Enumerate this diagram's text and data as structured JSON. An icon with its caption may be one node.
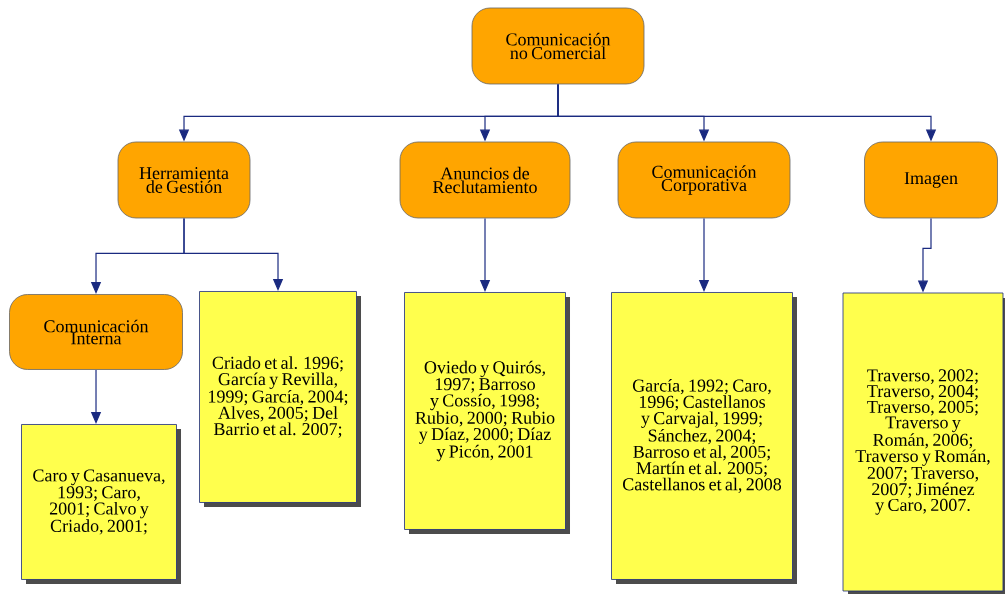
{
  "diagram": {
    "nodes": [
      {
        "text": [
          "Comunicación no Comercial"
        ]
      },
      {
        "text": [
          "Herramienta de Gestión"
        ]
      },
      {
        "text": [
          "Anuncios de Reclutamiento"
        ]
      },
      {
        "text": [
          "Comunicación Corporativa"
        ]
      },
      {
        "text": [
          "Imagen"
        ]
      },
      {
        "text": [
          "Comunicación Interna"
        ]
      },
      {
        "text": [
          "Criado et al. 1996; García y Revilla, 1999; García, 2004; Alves, 2005; Del Barrio et al. 2007;"
        ]
      },
      {
        "text": [
          "Caro y Casanueva, 1993; Caro, 2001; Calvo y Criado, 2001;"
        ]
      },
      {
        "text": [
          "Oviedo y Quirós, 1997; Barroso y Cossío, 1998; Rubio, 2000; Rubio y Díaz, 2000; Díaz y Picón, 2001"
        ]
      },
      {
        "text": [
          "García, 1992; Caro, 1996; Castellanos y Carvajal, 1999; Sánchez, 2004; Barroso et al, 2005; Martín et al. 2005; Castellanos et al, 2008"
        ]
      },
      {
        "text": [
          "Traverso, 2002; Traverso, 2004; Traverso, 2005; Traverso y Román, 2006; Traverso y Román, 2007; Traverso, 2007; Jiménez y Caro, 2007."
        ]
      }
    ],
    "edges": [
      {
        "from": 0,
        "to": 1,
        "arrow": "to"
      },
      {
        "from": 0,
        "to": 2,
        "arrow": "to"
      },
      {
        "from": 0,
        "to": 3,
        "arrow": "to"
      },
      {
        "from": 0,
        "to": 4,
        "arrow": "to"
      },
      {
        "from": 1,
        "to": 5,
        "arrow": "to"
      },
      {
        "from": 1,
        "to": 6,
        "arrow": "to"
      },
      {
        "from": 2,
        "to": 8,
        "arrow": "to"
      },
      {
        "from": 3,
        "to": 9,
        "arrow": "to"
      },
      {
        "from": 4,
        "to": 10,
        "arrow": "to"
      },
      {
        "from": 5,
        "to": 7,
        "arrow": "to"
      }
    ]
  }
}
